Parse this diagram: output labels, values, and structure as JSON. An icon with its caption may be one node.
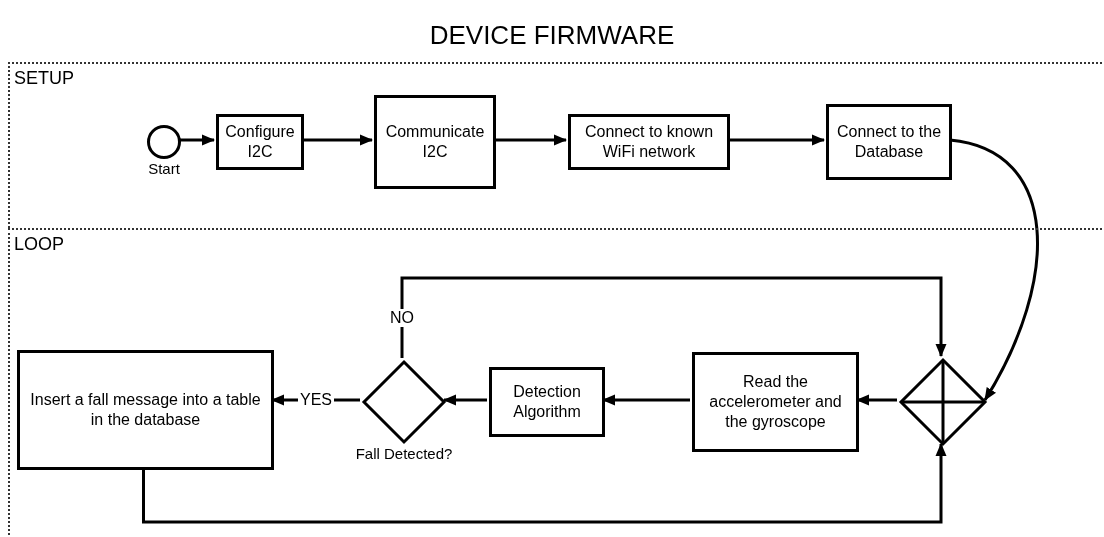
{
  "diagram": {
    "title": "DEVICE FIRMWARE",
    "nodes": [
      {
        "text": [
          "SETUP"
        ]
      },
      {
        "text": [
          "LOOP"
        ]
      },
      {
        "text": [],
        "shape": "circle",
        "beside": [
          "Start"
        ],
        "in": 0
      },
      {
        "text": [
          "Configure I2C"
        ],
        "in": 0
      },
      {
        "text": [
          "Communicate I2C"
        ],
        "in": 0
      },
      {
        "text": [
          "Connect to known WiFi network"
        ],
        "in": 0
      },
      {
        "text": [
          "Connect to the Database"
        ],
        "in": 0
      },
      {
        "text": [],
        "shape": "diamond",
        "in": 1
      },
      {
        "text": [
          "Read the accelerometer and the gyroscope"
        ],
        "in": 1
      },
      {
        "text": [
          "Detection Algorithm"
        ],
        "in": 1
      },
      {
        "text": [],
        "shape": "diamond",
        "beside": [
          "Fall Detected?"
        ],
        "in": 1
      },
      {
        "text": [
          "Insert a fall message into a table in the database"
        ],
        "in": 1
      }
    ],
    "edges": [
      {
        "from": 2,
        "to": 3,
        "arrow": "to"
      },
      {
        "from": 3,
        "to": 4,
        "arrow": "to"
      },
      {
        "from": 4,
        "to": 5,
        "arrow": "to"
      },
      {
        "from": 5,
        "to": 6,
        "arrow": "to"
      },
      {
        "from": 6,
        "to": 7,
        "arrow": "to"
      },
      {
        "from": 7,
        "to": 8,
        "arrow": "to"
      },
      {
        "from": 8,
        "to": 9,
        "arrow": "to"
      },
      {
        "from": 9,
        "to": 10,
        "arrow": "to"
      },
      {
        "from": 10,
        "to": 11,
        "label": "YES",
        "arrow": "to"
      },
      {
        "from": 10,
        "to": 7,
        "label": "NO",
        "arrow": "to"
      },
      {
        "from": 11,
        "to": 7,
        "arrow": "to"
      }
    ]
  }
}
